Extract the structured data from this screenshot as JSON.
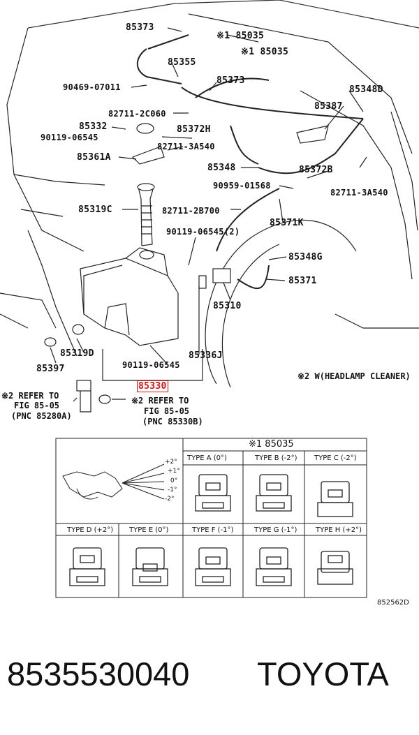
{
  "labels": {
    "p85373a": "85373",
    "p85035a": "※1 85035",
    "p85035b": "※1 85035",
    "p85355": "85355",
    "p90469": "90469-07011",
    "p85373b": "85373",
    "p85348d": "85348D",
    "p82711_2c060": "82711-2C060",
    "p85387": "85387",
    "p85332": "85332",
    "p85372h": "85372H",
    "p90119a": "90119-06545",
    "p82711_3a540a": "82711-3A540",
    "p85361a": "85361A",
    "p85348": "85348",
    "p85372b": "85372B",
    "p90959": "90959-01568",
    "p82711_3a540b": "82711-3A540",
    "p85319c": "85319C",
    "p82711_2b700": "82711-2B700",
    "p90119b": "90119-06545(2)",
    "p85371k": "85371K",
    "p85348g": "85348G",
    "p85371": "85371",
    "p85310": "85310",
    "p85319d": "85319D",
    "p85336j": "85336J",
    "p90119c": "90119-06545",
    "p85397": "85397",
    "p85330": "85330",
    "headlamp_note": "※2 W(HEADLAMP CLEANER)",
    "ref_left_1": "※2 REFER TO",
    "ref_left_2": "FIG 85-05",
    "ref_left_3": "(PNC 85280A)",
    "ref_right_1": "※2 REFER TO",
    "ref_right_2": "FIG 85-05",
    "ref_right_3": "(PNC 85330B)"
  },
  "table": {
    "title": "※1 85035",
    "angles": [
      "+2°",
      "+1°",
      "0°",
      "-1°",
      "-2°"
    ],
    "row1": [
      "TYPE A (0°)",
      "TYPE B (-2°)",
      "TYPE C (-2°)"
    ],
    "row2": [
      "TYPE D (+2°)",
      "TYPE E (0°)",
      "TYPE F (-1°)",
      "TYPE G (-1°)",
      "TYPE H (+2°)"
    ]
  },
  "figure_code": "852562D",
  "footer": {
    "part_number": "8535530040",
    "brand": "TOYOTA"
  }
}
